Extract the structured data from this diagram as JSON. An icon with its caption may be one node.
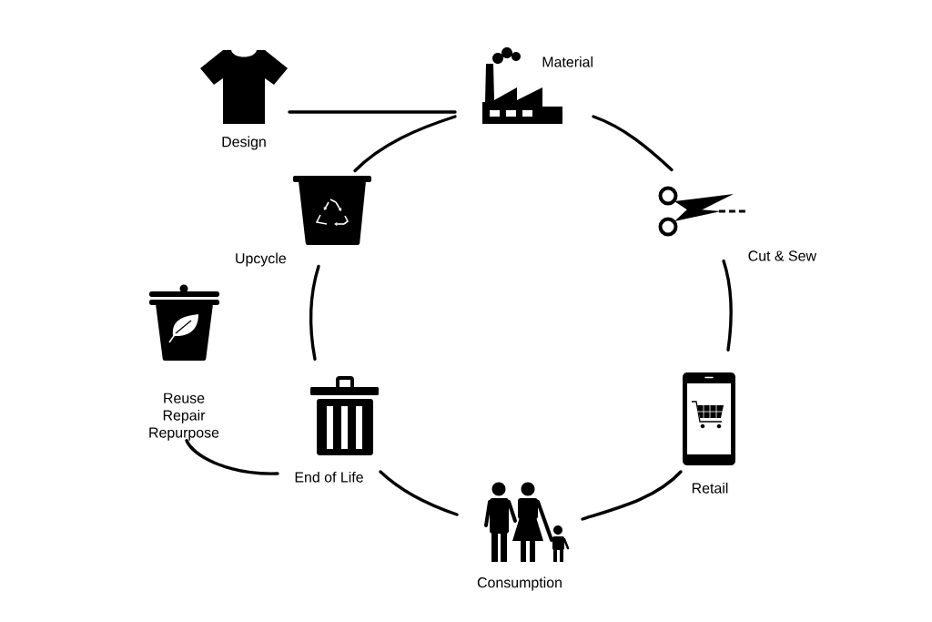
{
  "diagram": {
    "nodes": [
      {
        "text": [
          "Design"
        ]
      },
      {
        "text": [
          "Material"
        ]
      },
      {
        "text": [
          "Upcycle"
        ]
      },
      {
        "text": [
          "Cut & Sew"
        ]
      },
      {
        "text": [
          "Reuse Repair Repurpose"
        ]
      },
      {
        "text": [
          "End of Life"
        ]
      },
      {
        "text": [
          "Retail"
        ]
      },
      {
        "text": [
          "Consumption"
        ]
      }
    ],
    "edges": [
      {
        "from": 0,
        "to": 1,
        "arrow": "none"
      },
      {
        "from": 1,
        "to": 3,
        "arrow": "none"
      },
      {
        "from": 3,
        "to": 6,
        "arrow": "none"
      },
      {
        "from": 6,
        "to": 7,
        "arrow": "none"
      },
      {
        "from": 7,
        "to": 5,
        "arrow": "none"
      },
      {
        "from": 5,
        "to": 2,
        "arrow": "none"
      },
      {
        "from": 1,
        "to": 2,
        "arrow": "none"
      },
      {
        "from": 5,
        "to": 4,
        "arrow": "none"
      }
    ]
  }
}
